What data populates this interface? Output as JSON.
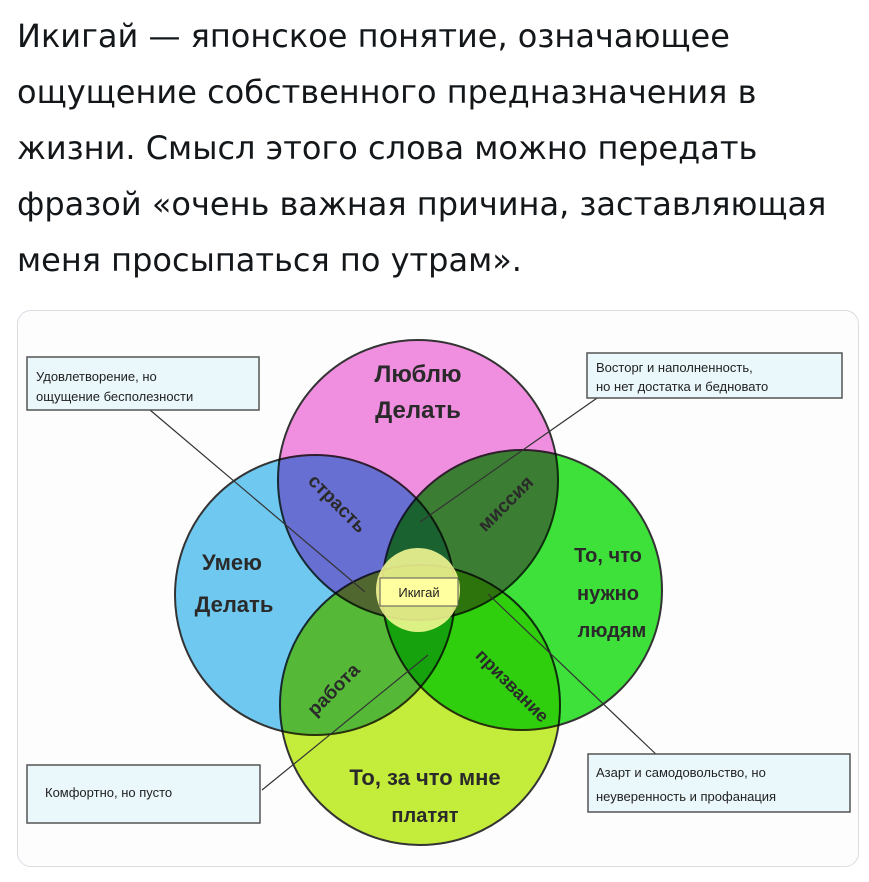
{
  "tweet": {
    "text": "Икигай — японское понятие, означающее ощущение собственного предназначения в жизни. Смысл этого слова можно передать фразой «очень важная причина, заставляющая меня просыпаться по утрам»."
  },
  "diagram": {
    "circles": {
      "love": {
        "line1": "Люблю",
        "line2": "Делать",
        "color": "#f08ee0"
      },
      "good_at": {
        "line1": "Умею",
        "line2": "Делать",
        "color": "#6ec8f0"
      },
      "needs": {
        "line1": "То, что",
        "line2": "нужно",
        "line3": "людям",
        "color": "#3ee03a"
      },
      "paid": {
        "line1": "То, за что мне",
        "line2": "платят",
        "color": "#c4ec3a"
      }
    },
    "overlaps": {
      "passion": "страсть",
      "mission": "миссия",
      "profession": "работа",
      "vocation": "призвание"
    },
    "center": {
      "label": "Икигай",
      "color": "#ffff99"
    },
    "notes": {
      "top_left": {
        "line1": "Удовлетворение, но",
        "line2": "ощущение бесполезности"
      },
      "top_right": {
        "line1": "Восторг и наполненность,",
        "line2": "но нет достатка и бедновато"
      },
      "bottom_left": {
        "line1": "Комфортно, но пусто"
      },
      "bottom_right": {
        "line1": "Азарт и самодовольство, но",
        "line2": "неуверенность и профанация"
      }
    }
  }
}
